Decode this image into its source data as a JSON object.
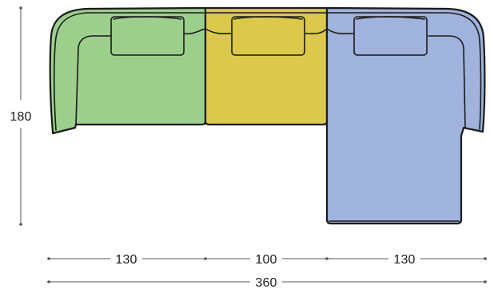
{
  "drawing": {
    "modules": [
      {
        "id": "left-module",
        "color": "#9ccf8c"
      },
      {
        "id": "center-module",
        "color": "#dcc84a"
      },
      {
        "id": "right-chaise-module",
        "color": "#a0b3dc"
      }
    ],
    "dimensions": {
      "depth_label": "180",
      "left_width_label": "130",
      "center_width_label": "100",
      "right_width_label": "130",
      "total_width_label": "360"
    }
  }
}
